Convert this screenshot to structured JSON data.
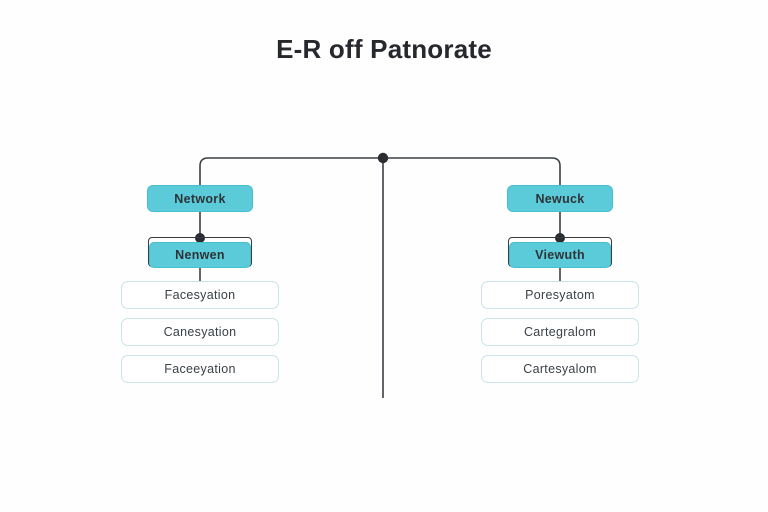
{
  "title": "E-R off Patnorate",
  "colors": {
    "entity_fill": "#5bcbd9",
    "entity_border": "#46bfcf",
    "attribute_border": "#cbe3ea",
    "connector_line": "#3b4045",
    "junction_dot": "#2a2d31",
    "title_text": "#26282e",
    "background": "#fefefe"
  },
  "diagram": {
    "left_branch": {
      "entity_label": "Network",
      "sub_entity_label": "Nenwen",
      "attributes": [
        "Facesyation",
        "Canesyation",
        "Faceeyation"
      ]
    },
    "right_branch": {
      "entity_label": "Newuck",
      "sub_entity_label": "Viewuth",
      "attributes": [
        "Poresyatom",
        "Cartegralom",
        "Cartesyalom"
      ]
    }
  }
}
